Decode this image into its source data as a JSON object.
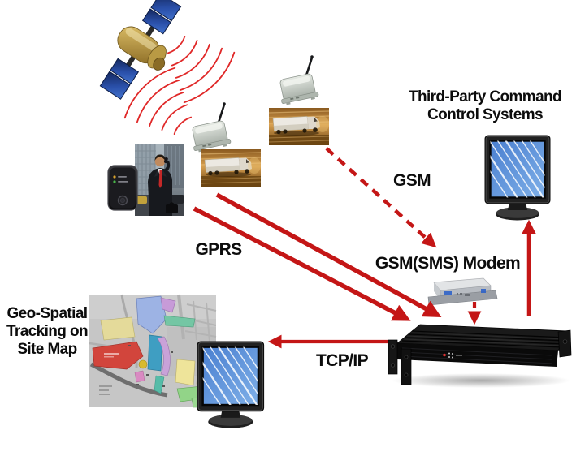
{
  "colors": {
    "arrowRed": "#c41616",
    "waveRed": "#e02828",
    "labelBlack": "#0c0c0c",
    "screenBlue": "#5b8ed6",
    "mapBackground": "#c6c6c6",
    "background": "#ffffff"
  },
  "labels": {
    "gprs": "GPRS",
    "gsm": "GSM",
    "gsm_modem": "GSM(SMS) Modem",
    "tcpip": "TCP/IP",
    "third_party_line1": "Third-Party Command",
    "third_party_line2": "Control Systems",
    "geo_line1": "Geo-Spatial",
    "geo_line2": "Tracking on",
    "geo_line3": "Site Map"
  },
  "nodes": [
    {
      "id": "gps-satellite",
      "icon": "satellite-icon"
    },
    {
      "id": "radio-waves-upper",
      "icon": "radio-waves-icon"
    },
    {
      "id": "radio-waves-lower",
      "icon": "radio-waves-icon"
    },
    {
      "id": "gps-antenna-unit-1",
      "icon": "gps-antenna-device-icon"
    },
    {
      "id": "gps-antenna-unit-2",
      "icon": "gps-antenna-device-icon"
    },
    {
      "id": "truck-photo-1",
      "icon": "truck-photo"
    },
    {
      "id": "truck-photo-2",
      "icon": "truck-photo"
    },
    {
      "id": "person-on-phone",
      "icon": "person-photo"
    },
    {
      "id": "handheld-tracker",
      "icon": "gps-tracker-device-icon"
    },
    {
      "id": "gsm-sms-modem",
      "icon": "modem-device-icon",
      "caption": "GSM(SMS) Modem"
    },
    {
      "id": "tracking-server",
      "icon": "rack-server-icon"
    },
    {
      "id": "third-party-monitor",
      "icon": "desktop-monitor-icon",
      "caption": "Third-Party Command Control Systems"
    },
    {
      "id": "geo-spatial-monitor",
      "icon": "desktop-monitor-icon",
      "caption": "Geo-Spatial Tracking on Site Map"
    },
    {
      "id": "site-map",
      "icon": "site-map-image"
    }
  ],
  "connections": [
    {
      "from": "gps-satellite",
      "to": "gps-antenna-unit-2",
      "style": "radio-waves"
    },
    {
      "from": "gps-antenna-unit-1",
      "to": "gps-satellite",
      "style": "radio-waves"
    },
    {
      "from": "truck-photo-1",
      "to": "tracking-server",
      "style": "solid-arrow",
      "label": "GPRS"
    },
    {
      "from": "handheld-tracker",
      "to": "tracking-server",
      "style": "solid-arrow",
      "label": "GPRS"
    },
    {
      "from": "truck-photo-2",
      "to": "gsm-sms-modem",
      "style": "dashed-arrow",
      "label": "GSM"
    },
    {
      "from": "gsm-sms-modem",
      "to": "tracking-server",
      "style": "dashed-arrow"
    },
    {
      "from": "tracking-server",
      "to": "third-party-monitor",
      "style": "solid-arrow"
    },
    {
      "from": "tracking-server",
      "to": "geo-spatial-monitor",
      "style": "solid-arrow",
      "label": "TCP/IP"
    }
  ]
}
